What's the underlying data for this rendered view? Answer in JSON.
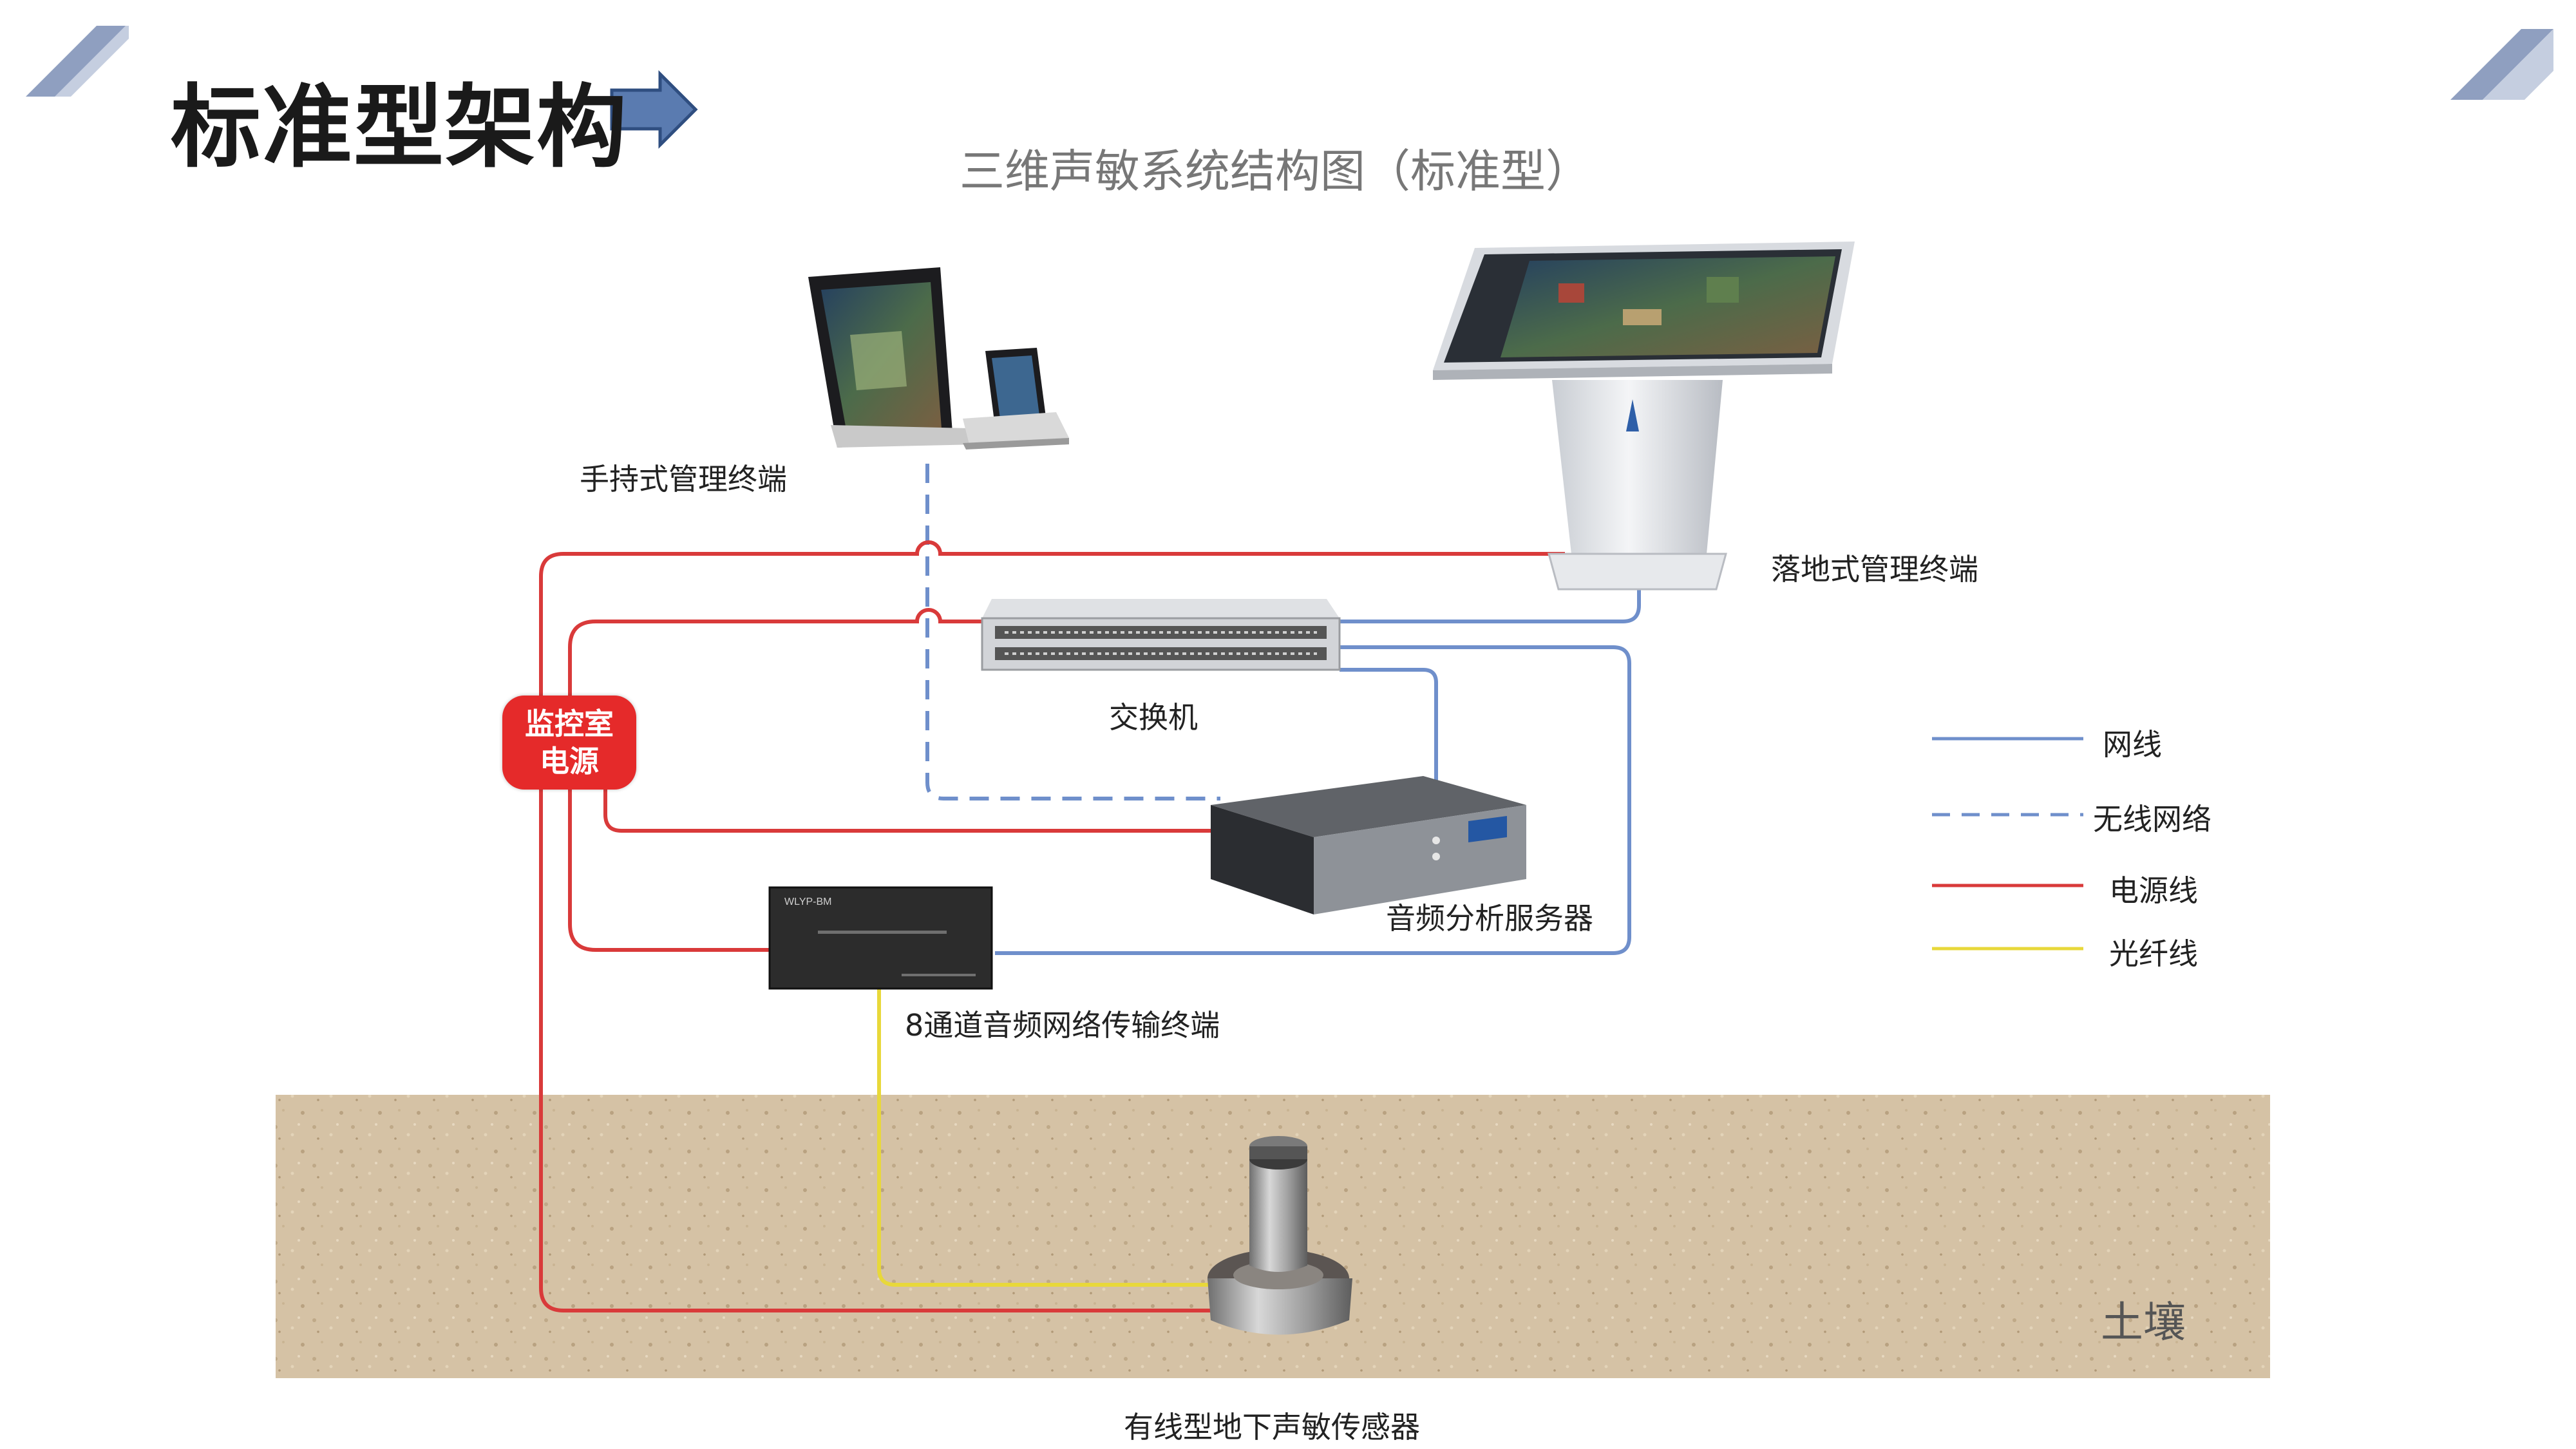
{
  "page_title": "标准型架构",
  "diagram_title": "三维声敏系统结构图（标准型）",
  "nodes": {
    "handheld": "手持式管理终端",
    "kiosk": "落地式管理终端",
    "switch": "交换机",
    "power": [
      "监控室",
      "电源"
    ],
    "server": "音频分析服务器",
    "terminal": "8通道音频网络传输终端",
    "sensor": "有线型地下声敏传感器",
    "soil": "土壤"
  },
  "device_text": {
    "terminal_model": "WLYP-BM"
  },
  "legend": [
    {
      "label": "网线",
      "color": "#6f8fcb",
      "style": "solid"
    },
    {
      "label": "无线网络",
      "color": "#6f8fcb",
      "style": "dashed"
    },
    {
      "label": "电源线",
      "color": "#d93a3a",
      "style": "solid"
    },
    {
      "label": "光纤线",
      "color": "#e8d83a",
      "style": "solid"
    }
  ],
  "colors": {
    "network": "#6f8fcb",
    "power": "#d93a3a",
    "fiber": "#e8d83a",
    "badge": "#e52a2a",
    "accent": "#7d8fb3"
  }
}
